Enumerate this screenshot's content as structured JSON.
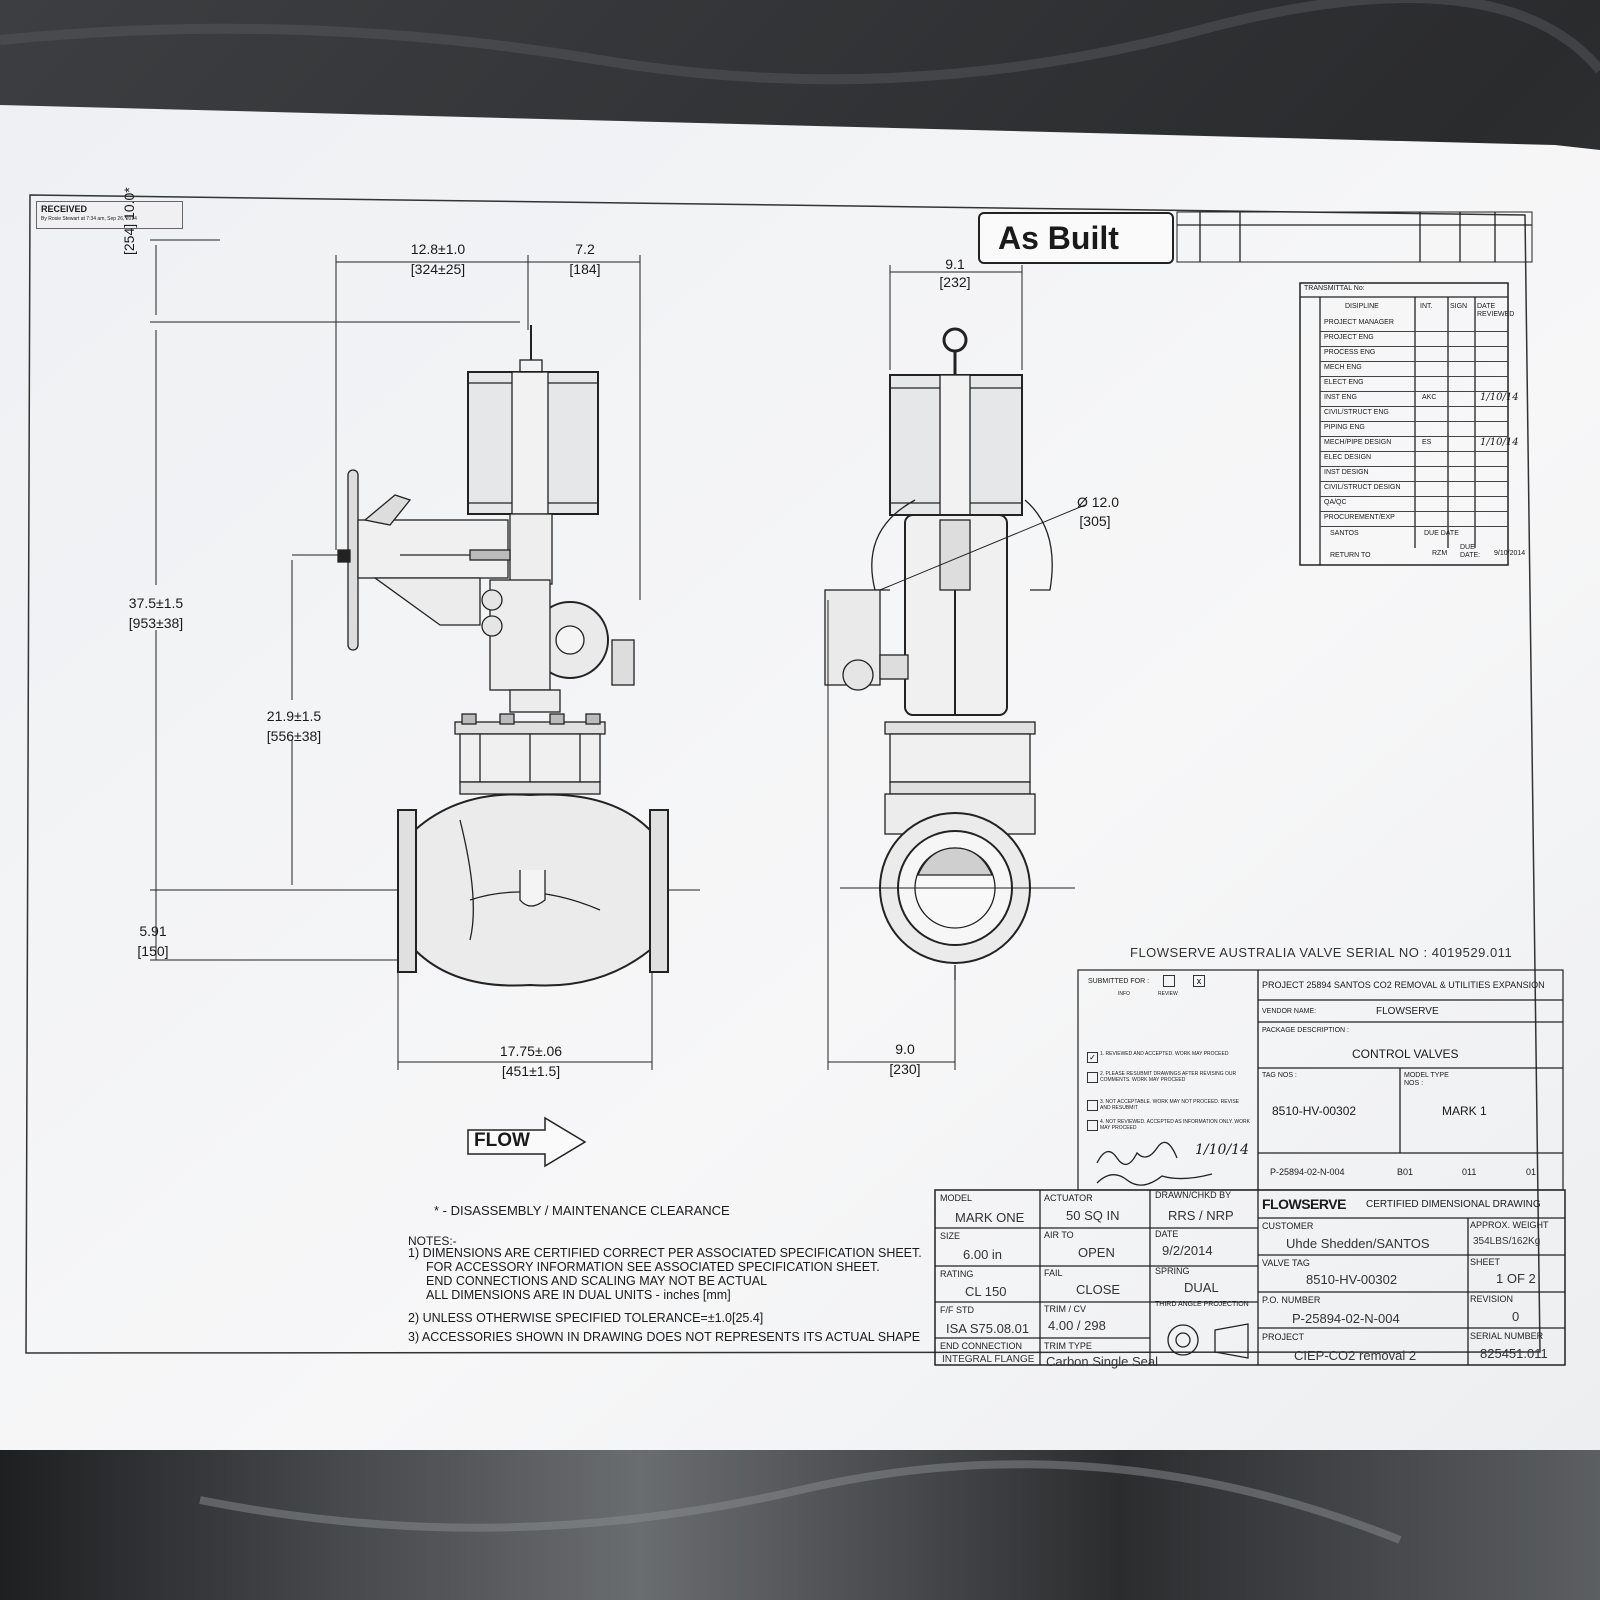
{
  "stamp": {
    "label": "RECEIVED",
    "sub": "By Rosie Stewart at 7:34 am, Sep 26, 2014"
  },
  "header_stamp": "As Built",
  "dimensions": {
    "top_clearance": "10.0*",
    "top_clearance_mm": "[254]",
    "actuator_offset": "12.8±1.0",
    "actuator_offset_mm": "[324±25]",
    "positioner_offset": "7.2",
    "positioner_offset_mm": "[184]",
    "overall_height": "37.5±1.5",
    "overall_height_mm": "[953±38]",
    "center_to_top": "21.9±1.5",
    "center_to_top_mm": "[556±38]",
    "center_to_bottom": "5.91",
    "center_to_bottom_mm": "[150]",
    "face_to_face": "17.75±.06",
    "face_to_face_mm": "[451±1.5]",
    "side_width": "9.1",
    "side_width_mm": "[232]",
    "handwheel_dia": "Ø 12.0",
    "handwheel_dia_mm": "[305]",
    "side_clearance": "9.0",
    "side_clearance_mm": "[230]"
  },
  "flow_label": "FLOW",
  "transmittal": {
    "title": "TRANSMITTAL No:",
    "headers": [
      "DISIPLINE",
      "INT.",
      "SIGN",
      "DATE REVIEWED"
    ],
    "rows": [
      {
        "discipline": "PROJECT MANAGER",
        "int": "",
        "sign": "",
        "date": ""
      },
      {
        "discipline": "PROJECT ENG",
        "int": "",
        "sign": "",
        "date": ""
      },
      {
        "discipline": "PROCESS ENG",
        "int": "",
        "sign": "",
        "date": ""
      },
      {
        "discipline": "MECH ENG",
        "int": "",
        "sign": "",
        "date": ""
      },
      {
        "discipline": "ELECT ENG",
        "int": "",
        "sign": "",
        "date": ""
      },
      {
        "discipline": "INST ENG",
        "int": "AKC",
        "sign": "",
        "date": "1/10/14"
      },
      {
        "discipline": "CIVIL/STRUCT ENG",
        "int": "",
        "sign": "",
        "date": ""
      },
      {
        "discipline": "PIPING ENG",
        "int": "",
        "sign": "",
        "date": ""
      },
      {
        "discipline": "MECH/PIPE DESIGN",
        "int": "ES",
        "sign": "",
        "date": "1/10/14"
      },
      {
        "discipline": "ELEC DESIGN",
        "int": "",
        "sign": "",
        "date": ""
      },
      {
        "discipline": "INST DESIGN",
        "int": "",
        "sign": "",
        "date": ""
      },
      {
        "discipline": "CIVIL/STRUCT DESIGN",
        "int": "",
        "sign": "",
        "date": ""
      },
      {
        "discipline": "QA/QC",
        "int": "",
        "sign": "",
        "date": ""
      },
      {
        "discipline": "PROCUREMENT/EXP",
        "int": "",
        "sign": "",
        "date": ""
      }
    ],
    "santos_label": "SANTOS",
    "due_date_label": "DUE DATE",
    "return_to_label": "RETURN TO",
    "return_to_value": "RZM",
    "due_label": "DUE DATE:",
    "due_value": "9/10/2014"
  },
  "serial_line": "FLOWSERVE AUSTRALIA VALVE SERIAL NO : 4019529.011",
  "submitted": {
    "label": "SUBMITTED FOR :",
    "options": [
      "INFO",
      "REVIEW"
    ],
    "items": [
      "1. REVIEWED AND ACCEPTED. WORK MAY PROCEED",
      "2. PLEASE RESUBMIT DRAWINGS AFTER REVISING OUR COMMENTS. WORK MAY PROCEED",
      "3. NOT ACCEPTABLE. WORK MAY NOT PROCEED. REVISE AND RESUBMIT",
      "4. NOT REVIEWED. ACCEPTED AS INFORMATION ONLY. WORK MAY PROCEED"
    ],
    "signature_date": "1/10/14"
  },
  "project_block": {
    "project": "PROJECT 25894  SANTOS CO2 REMOVAL & UTILITIES EXPANSION",
    "vendor_label": "VENDOR NAME:",
    "vendor": "FLOWSERVE",
    "package_label": "PACKAGE DESCRIPTION :",
    "package": "CONTROL VALVES",
    "tag_label": "TAG NOS :",
    "tag": "8510-HV-00302",
    "model_label": "MODEL TYPE NOS :",
    "model": "MARK 1",
    "doc_no": "P-25894-02-N-004",
    "doc_b": "B01",
    "doc_c": "011",
    "doc_d": "01"
  },
  "title_block": {
    "model_label": "MODEL",
    "model": "MARK ONE",
    "actuator_label": "ACTUATOR",
    "actuator": "50 SQ IN",
    "drawn_label": "DRAWN/CHKD BY",
    "drawn": "RRS / NRP",
    "size_label": "SIZE",
    "size": "6.00 in",
    "air_to_label": "AIR TO",
    "air_to": "OPEN",
    "date_label": "DATE",
    "date": "9/2/2014",
    "rating_label": "RATING",
    "rating": "CL 150",
    "fail_label": "FAIL",
    "fail": "CLOSE",
    "spring_label": "SPRING",
    "spring": "DUAL",
    "fstd_label": "F/F STD",
    "fstd": "ISA S75.08.01",
    "trim_cv_label": "TRIM / CV",
    "trim_cv": "4.00  /  298",
    "projection_label": "THIRD ANGLE PROJECTION",
    "end_conn_label": "END CONNECTION",
    "end_conn": "INTEGRAL FLANGE",
    "trim_type_label": "TRIM TYPE",
    "trim_type": "Carbon Single Seal",
    "brand": "FLOWSERVE",
    "doc_title": "CERTIFIED DIMENSIONAL DRAWING",
    "customer_label": "CUSTOMER",
    "customer": "Uhde Shedden/SANTOS",
    "weight_label": "APPROX. WEIGHT",
    "weight": "354LBS/162Kg",
    "valve_tag_label": "VALVE TAG",
    "valve_tag": "8510-HV-00302",
    "sheet_label": "SHEET",
    "sheet": "1 OF 2",
    "po_label": "P.O. NUMBER",
    "po": "P-25894-02-N-004",
    "revision_label": "REVISION",
    "revision": "0",
    "project_label": "PROJECT",
    "project": "CIEP-CO2 removal 2",
    "serial_label": "SERIAL NUMBER",
    "serial": "825451.011"
  },
  "notes": {
    "clearance": "* - DISASSEMBLY / MAINTENANCE CLEARANCE",
    "heading": "NOTES:-",
    "n1": "1) DIMENSIONS ARE CERTIFIED CORRECT PER ASSOCIATED SPECIFICATION SHEET.",
    "n1b": "FOR ACCESSORY INFORMATION SEE ASSOCIATED SPECIFICATION SHEET.",
    "n1c": "END CONNECTIONS AND SCALING MAY NOT BE ACTUAL",
    "n1d": "ALL DIMENSIONS ARE IN DUAL UNITS - inches [mm]",
    "n2": "2) UNLESS OTHERWISE SPECIFIED TOLERANCE=±1.0[25.4]",
    "n3": "3) ACCESSORIES SHOWN IN DRAWING DOES NOT REPRESENTS ITS ACTUAL SHAPE"
  },
  "colors": {
    "background": "#2b2c2e",
    "paper": "#f4f5f6",
    "ink": "#1a1a1a"
  }
}
